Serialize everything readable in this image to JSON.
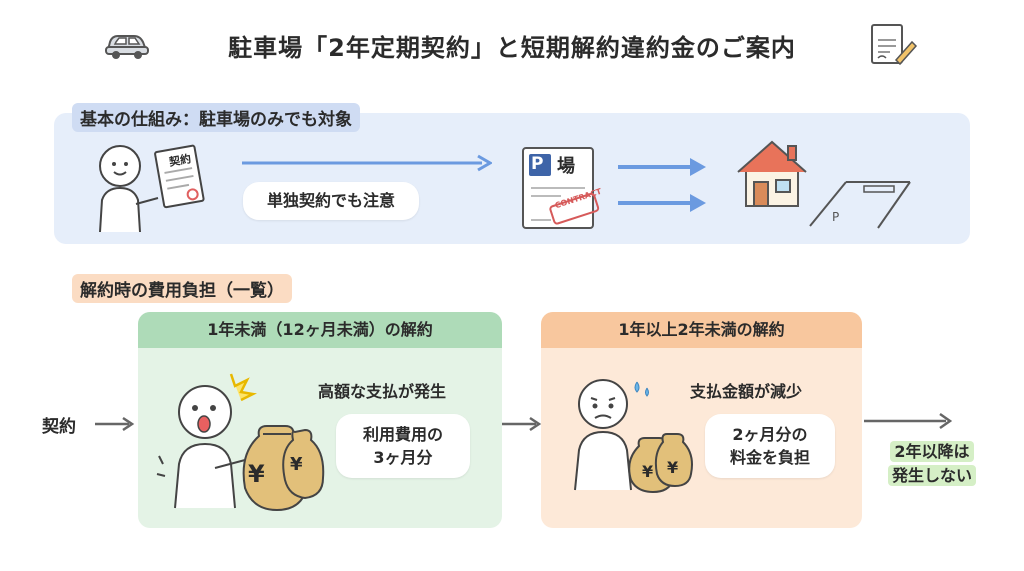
{
  "title": "駐車場「2年定期契約」と短期解約違約金のご案内",
  "icons": {
    "title_left": "car-icon",
    "title_right": "contract-document-pen-icon"
  },
  "section1": {
    "label": "基本の仕組み：駐車場のみでも対象",
    "person_doc_label": "契約",
    "bubble": "単独契約でも注意",
    "parking_doc_label": "場",
    "parking_doc_p": "P",
    "stamp": "CONTRACT",
    "parking_space_mark": "P"
  },
  "section2": {
    "label": "解約時の費用負担（一覧）",
    "start_label": "契約",
    "card1": {
      "header": "1年未満（12ヶ月未満）の解約",
      "headline": "高額な支払が発生",
      "bubble_line1": "利用費用の",
      "bubble_line2": "3ヶ月分",
      "yen": "¥"
    },
    "card2": {
      "header": "1年以上2年未満の解約",
      "headline": "支払金額が減少",
      "bubble_line1": "2ヶ月分の",
      "bubble_line2": "料金を負担",
      "yen": "¥"
    },
    "final_line1": "2年以降は",
    "final_line2": "発生しない"
  },
  "colors": {
    "panel_blue": "#e6eefa",
    "arrow_blue": "#6b9ae0",
    "green_header": "#aedbb8",
    "orange_header": "#f8c79e",
    "money_bag": "#e2c07a"
  }
}
